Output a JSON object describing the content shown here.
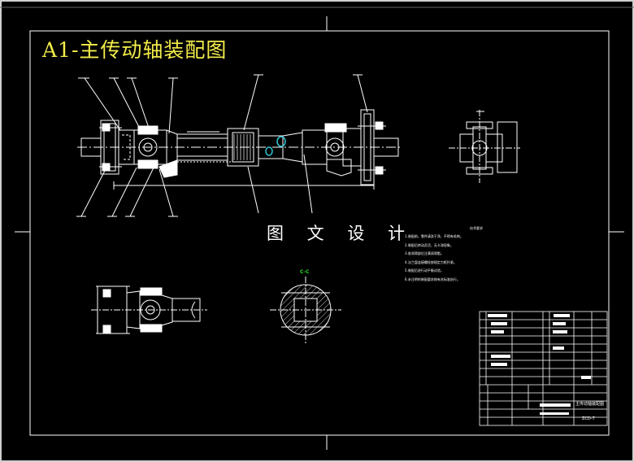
{
  "drawing": {
    "title": "A1-主传动轴装配图",
    "watermark": "图 文 设 计"
  },
  "colors": {
    "background": "#000000",
    "linework": "#ffffff",
    "title_text": "#f2ec4a",
    "accent_cyan": "#33c8d8",
    "accent_green": "#2bd42b"
  },
  "technical_requirements": {
    "heading": "技术要求",
    "lines": [
      "1.装配前，零件清洗干净，不得有毛刺。",
      "2.装配后转动灵活，无卡滞现象。",
      "3.各润滑部位注满润滑脂。",
      "4.法兰盘连接螺栓按规定力矩拧紧。",
      "5.装配后进行动平衡试验。",
      "6.未注明的装配要求按有关标准执行。"
    ]
  },
  "section_label": "C-C",
  "title_block": {
    "drawing_name": "主传动轴装配图",
    "drawing_number": "ZCD-7"
  }
}
